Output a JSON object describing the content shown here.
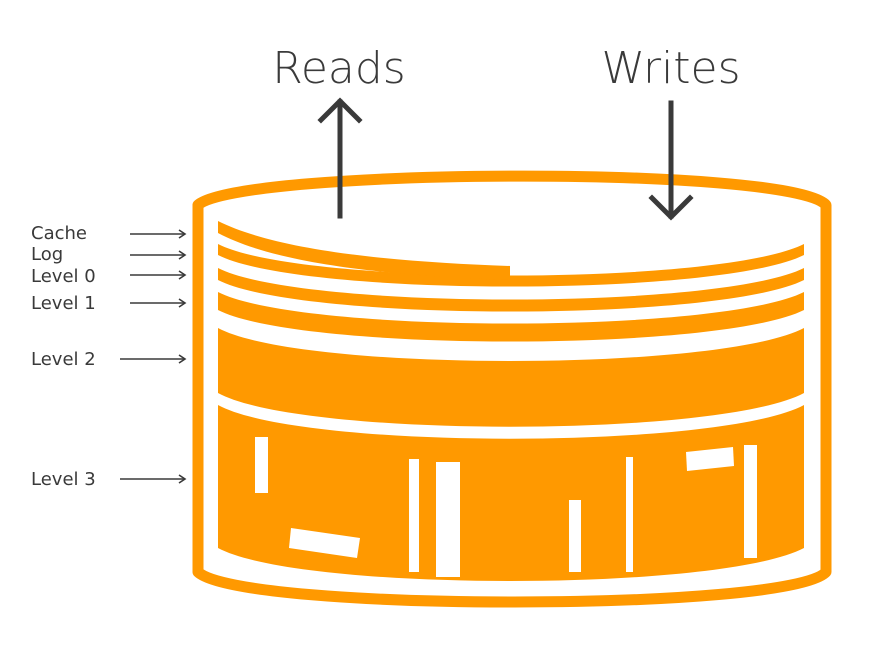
{
  "arrows": {
    "reads": "Reads",
    "writes": "Writes"
  },
  "layers": [
    {
      "id": "cache",
      "label": "Cache"
    },
    {
      "id": "log",
      "label": "Log"
    },
    {
      "id": "level-0",
      "label": "Level 0"
    },
    {
      "id": "level-1",
      "label": "Level 1"
    },
    {
      "id": "level-2",
      "label": "Level 2"
    },
    {
      "id": "level-3",
      "label": "Level 3"
    }
  ],
  "colors": {
    "accent": "#FF9900",
    "text": "#3a3a3a",
    "background": "#ffffff"
  }
}
